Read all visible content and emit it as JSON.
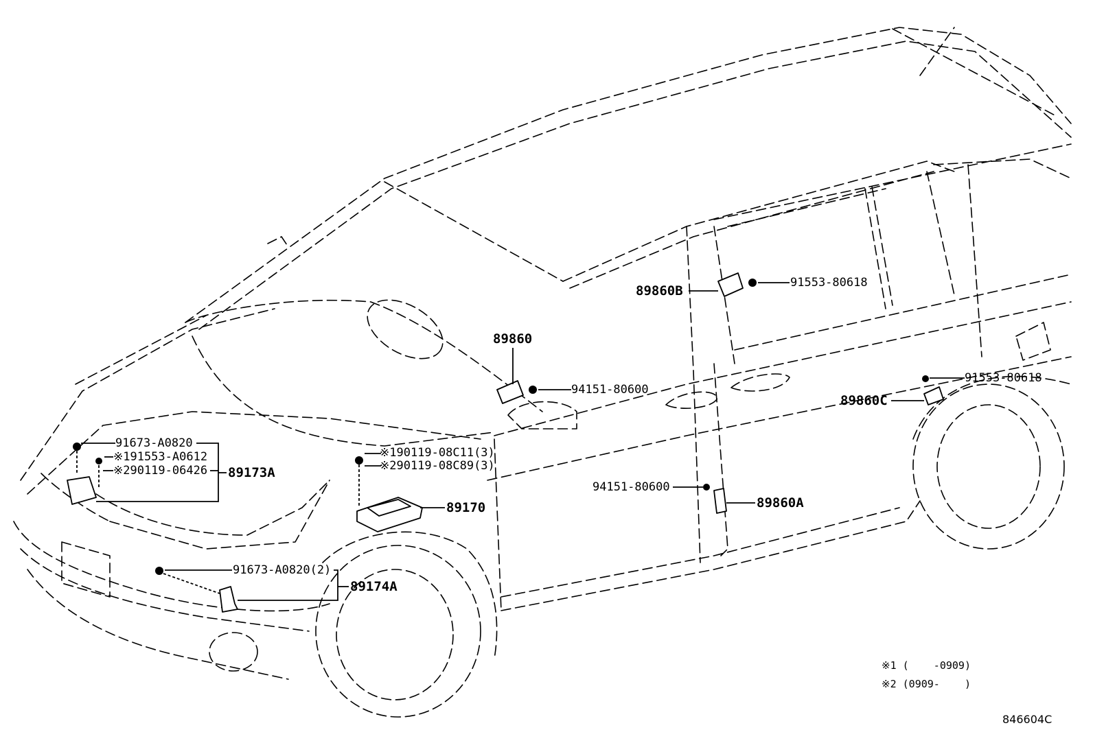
{
  "parts": {
    "p89860B": "89860B",
    "p91553_80618_top": "91553-80618",
    "p89860": "89860",
    "p94151_80600_top": "94151-80600",
    "p91553_80618_right": "91553-80618",
    "p89860C": "89860C",
    "p91673_A0820": "91673-A0820",
    "p91553_A0612": "※191553-A0612",
    "p90119_06426": "※290119-06426",
    "p89173A": "89173A",
    "p90119_08C11": "※190119-08C11(3)",
    "p90119_08C89": "※290119-08C89(3)",
    "p89170": "89170",
    "p94151_80600_mid": "94151-80600",
    "p89860A": "89860A",
    "p91673_A0820_2": "91673-A0820(2)",
    "p89174A": "89174A"
  },
  "notes": {
    "note1": "※1 (    -0909)",
    "note2": "※2 (0909-    )"
  },
  "diagram_code": "846604C"
}
